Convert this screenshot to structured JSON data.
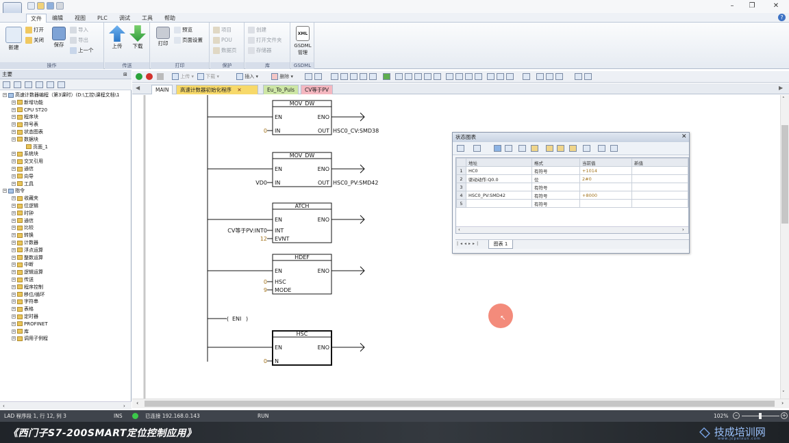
{
  "ribbon_tabs": [
    "文件",
    "编辑",
    "视图",
    "PLC",
    "调试",
    "工具",
    "帮助"
  ],
  "active_tab": "文件",
  "ribbon": {
    "ops": {
      "new": "新建",
      "open": "打开",
      "close": "关闭",
      "save": "保存",
      "import": "导入",
      "export": "导出",
      "previous": "上一个",
      "label": "操作"
    },
    "transfer": {
      "upload": "上传",
      "download": "下载",
      "label": "传送"
    },
    "print": {
      "print": "打印",
      "preview": "预览",
      "page_setup": "页面设置",
      "label": "打印"
    },
    "protect": {
      "project": "项目",
      "pou": "POU",
      "datapage": "数据页",
      "label": "保护"
    },
    "lib": {
      "create": "创建",
      "open_folder": "打开文件夹",
      "memory": "存储器",
      "label": "库"
    },
    "gsdml": {
      "btn": "GSDML管理",
      "icon_text": "XML",
      "label": "GSDML"
    }
  },
  "left_panel": {
    "title": "主要",
    "tree": [
      {
        "text": "高速计数器编程（第3课时）(D:\\工控\\课程文档\\1",
        "level": 0
      },
      {
        "text": "新增功能",
        "level": 1
      },
      {
        "text": "CPU ST20",
        "level": 1
      },
      {
        "text": "程序块",
        "level": 1
      },
      {
        "text": "符号表",
        "level": 1
      },
      {
        "text": "状态图表",
        "level": 1
      },
      {
        "text": "数据块",
        "level": 1
      },
      {
        "text": "页面_1",
        "level": 2
      },
      {
        "text": "系统块",
        "level": 1
      },
      {
        "text": "交叉引用",
        "level": 1
      },
      {
        "text": "通信",
        "level": 1
      },
      {
        "text": "向导",
        "level": 1
      },
      {
        "text": "工具",
        "level": 1
      },
      {
        "text": "指令",
        "level": 0
      },
      {
        "text": "收藏夹",
        "level": 1
      },
      {
        "text": "位逻辑",
        "level": 1
      },
      {
        "text": "时钟",
        "level": 1
      },
      {
        "text": "通信",
        "level": 1
      },
      {
        "text": "比较",
        "level": 1
      },
      {
        "text": "转换",
        "level": 1
      },
      {
        "text": "计数器",
        "level": 1
      },
      {
        "text": "浮点运算",
        "level": 1
      },
      {
        "text": "整数运算",
        "level": 1
      },
      {
        "text": "中断",
        "level": 1
      },
      {
        "text": "逻辑运算",
        "level": 1
      },
      {
        "text": "传送",
        "level": 1
      },
      {
        "text": "程序控制",
        "level": 1
      },
      {
        "text": "移位/循环",
        "level": 1
      },
      {
        "text": "字符串",
        "level": 1
      },
      {
        "text": "表格",
        "level": 1
      },
      {
        "text": "定时器",
        "level": 1
      },
      {
        "text": "PROFINET",
        "level": 1
      },
      {
        "text": "库",
        "level": 1
      },
      {
        "text": "调用子例程",
        "level": 1
      }
    ]
  },
  "editor_toolbar": {
    "upload": "上传",
    "download": "下载",
    "insert": "插入",
    "delete": "删除"
  },
  "editor_tabs": [
    {
      "label": "MAIN",
      "color": "#ffffff"
    },
    {
      "label": "高速计数器初始化程序",
      "color": "#f7d96a",
      "active": true
    },
    {
      "label": "Eu_To_Puls",
      "color": "#cde6a5"
    },
    {
      "label": "CV等于PV",
      "color": "#f4b7c0"
    }
  ],
  "ladder": {
    "blocks": [
      {
        "name": "MOV_DW",
        "inputs": [
          {
            "pin": "EN"
          },
          {
            "pin": "IN",
            "operand": "0"
          }
        ],
        "outputs": [
          {
            "pin": "ENO"
          },
          {
            "pin": "OUT",
            "operand": "HSC0_CV:SMD38"
          }
        ]
      },
      {
        "name": "MOV_DW",
        "inputs": [
          {
            "pin": "EN"
          },
          {
            "pin": "IN",
            "operand": "VD0"
          }
        ],
        "outputs": [
          {
            "pin": "ENO"
          },
          {
            "pin": "OUT",
            "operand": "HSC0_PV:SMD42"
          }
        ]
      },
      {
        "name": "ATCH",
        "inputs": [
          {
            "pin": "EN"
          },
          {
            "pin": "INT",
            "operand": "CV等于PV:INT0"
          },
          {
            "pin": "EVNT",
            "operand": "12"
          }
        ],
        "outputs": [
          {
            "pin": "ENO"
          }
        ]
      },
      {
        "name": "HDEF",
        "inputs": [
          {
            "pin": "EN"
          },
          {
            "pin": "HSC",
            "operand": "0"
          },
          {
            "pin": "MODE",
            "operand": "9"
          }
        ],
        "outputs": [
          {
            "pin": "ENO"
          }
        ]
      },
      {
        "name": "HSC",
        "inputs": [
          {
            "pin": "EN"
          },
          {
            "pin": "N",
            "operand": "0"
          }
        ],
        "outputs": [
          {
            "pin": "ENO"
          }
        ]
      }
    ],
    "coil": "ENI"
  },
  "status_window": {
    "title": "状态图表",
    "headers": [
      "",
      "地址",
      "格式",
      "当前值",
      "新值"
    ],
    "rows": [
      [
        "1",
        "HC0",
        "有符号",
        "+1014",
        ""
      ],
      [
        "2",
        "驱动动作:Q0.0",
        "位",
        "2#0",
        ""
      ],
      [
        "3",
        "",
        "有符号",
        "",
        ""
      ],
      [
        "4",
        "HSC0_PV:SMD42",
        "有符号",
        "+8000",
        ""
      ],
      [
        "5",
        "",
        "有符号",
        "",
        ""
      ]
    ],
    "sheet_tab": "图表 1"
  },
  "statusbar": {
    "mode": "LAD 程序段 1, 行 12, 列 3",
    "ins": "INS",
    "connection": "已连接 192.168.0.143",
    "run": "RUN",
    "zoom": "102%"
  },
  "banner": {
    "title": "《西门子S7-200SMART定位控制应用》",
    "brand": "技成培训网",
    "brand_sub": "www.jcpeixun.com"
  },
  "colors": {
    "operand": "#a07018",
    "accent": "#2b579a",
    "statusbar": "#3f444c"
  }
}
